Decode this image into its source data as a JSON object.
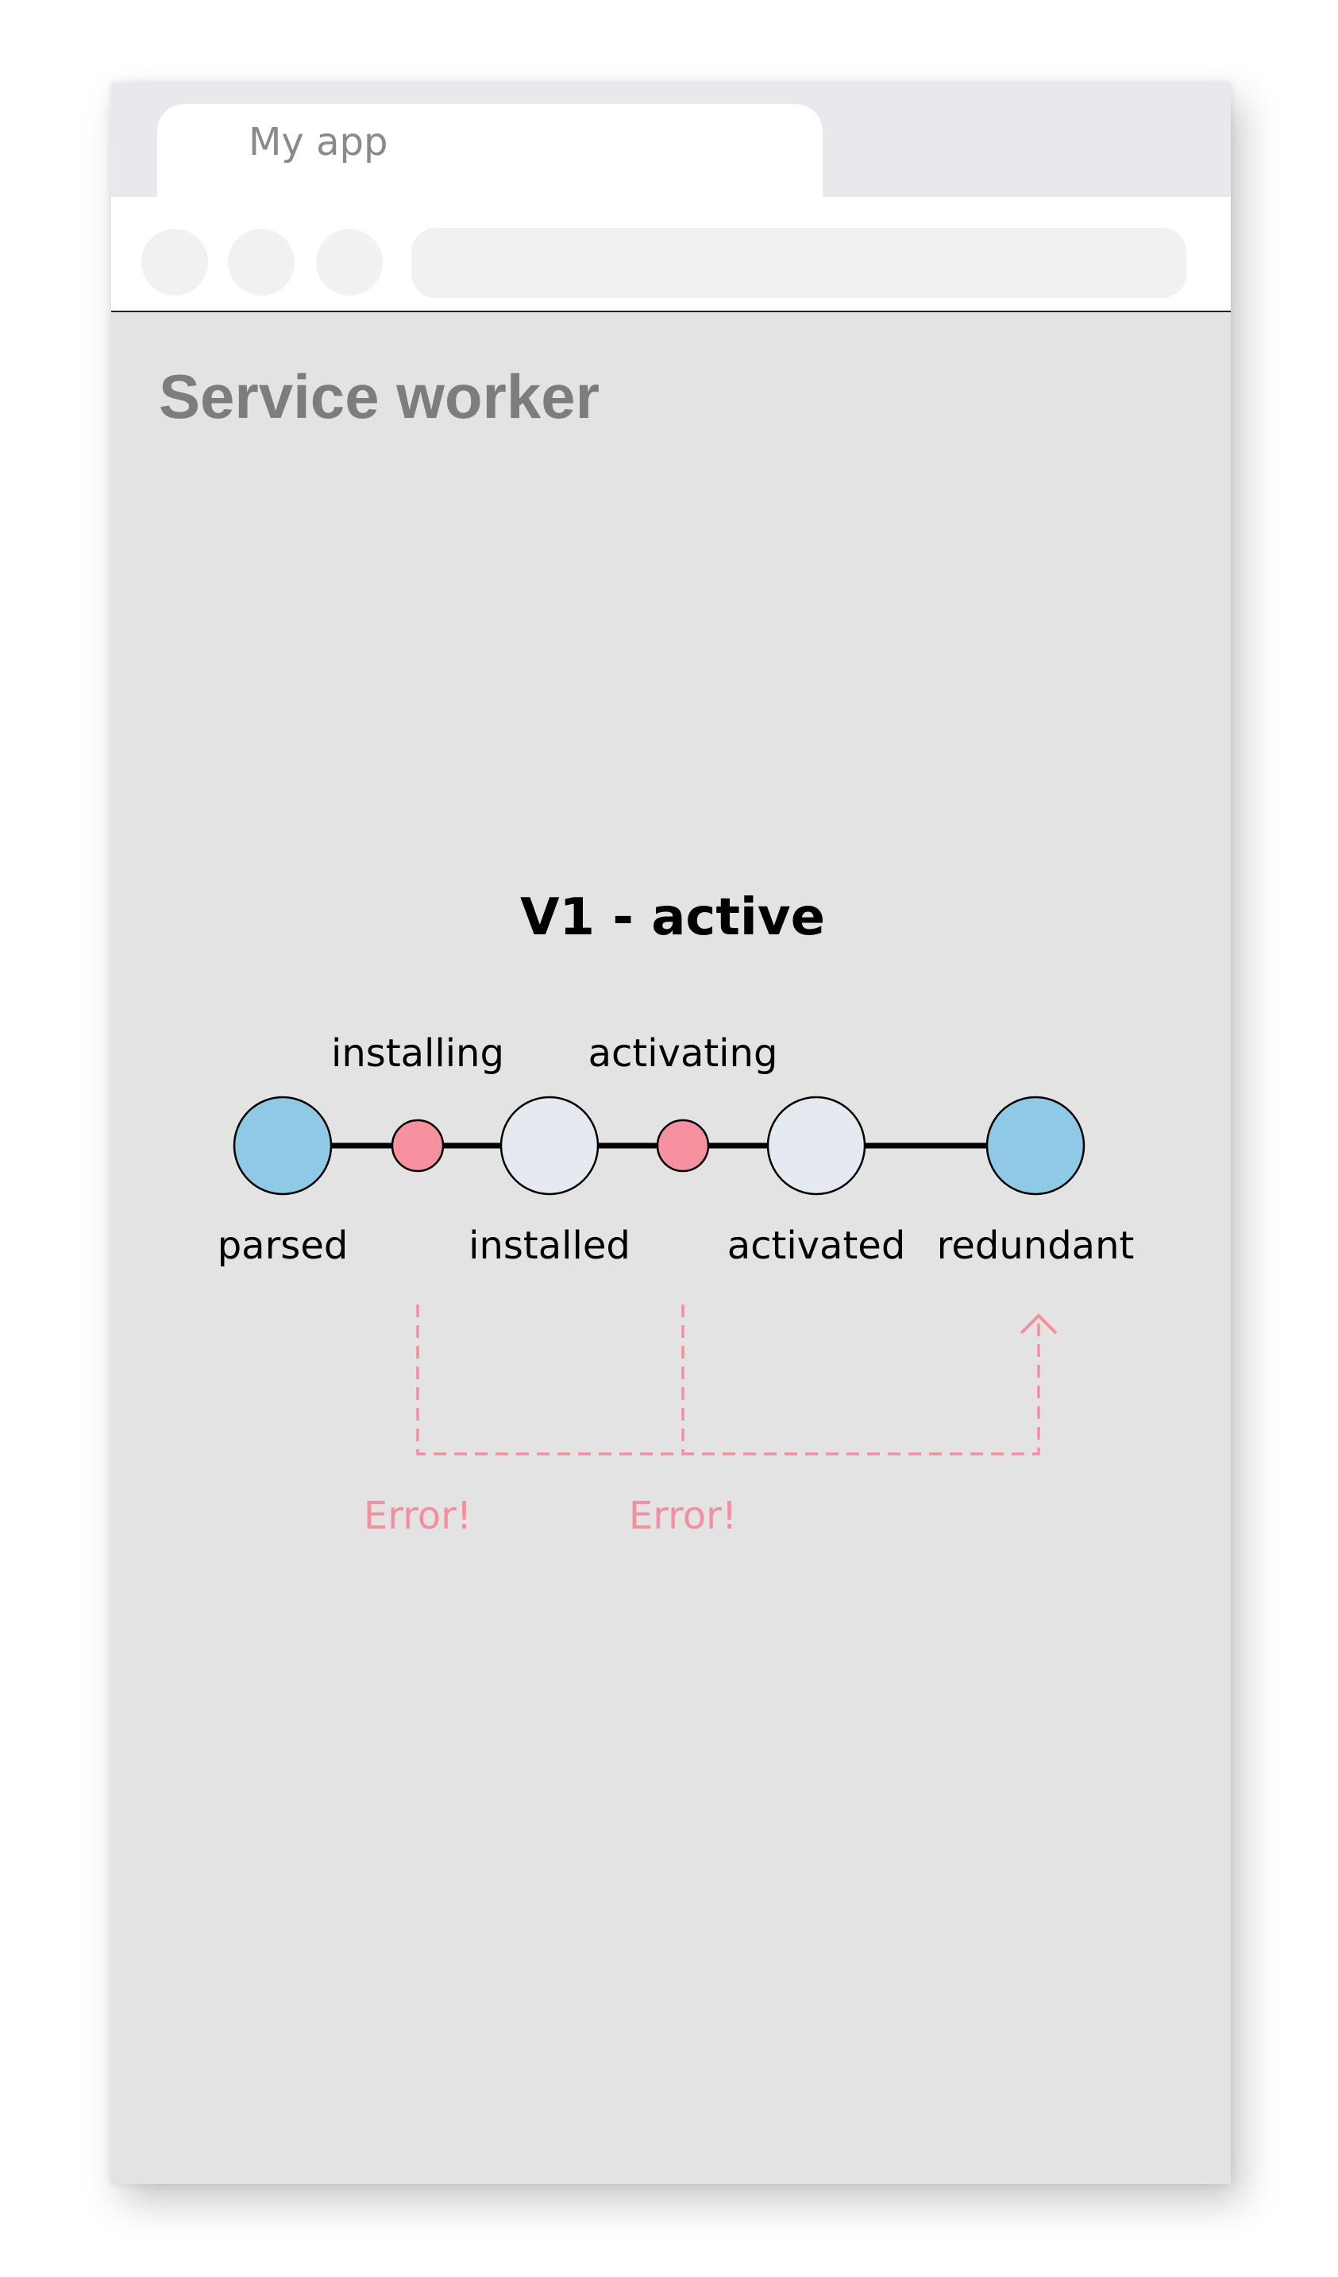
{
  "window": {
    "tab_title": "My app",
    "page_title": "Service worker"
  },
  "diagram": {
    "title": "V1 - active",
    "states": [
      "parsed",
      "installed",
      "activated",
      "redundant"
    ],
    "transitions": [
      "installing",
      "activating"
    ],
    "error_labels": [
      "Error!",
      "Error!"
    ],
    "colors": {
      "terminal_state": "#8ecae6",
      "intermediate_state": "#e5eaf1",
      "transition": "#f7919f",
      "error_path": "#f4909e",
      "line": "#000000"
    }
  }
}
